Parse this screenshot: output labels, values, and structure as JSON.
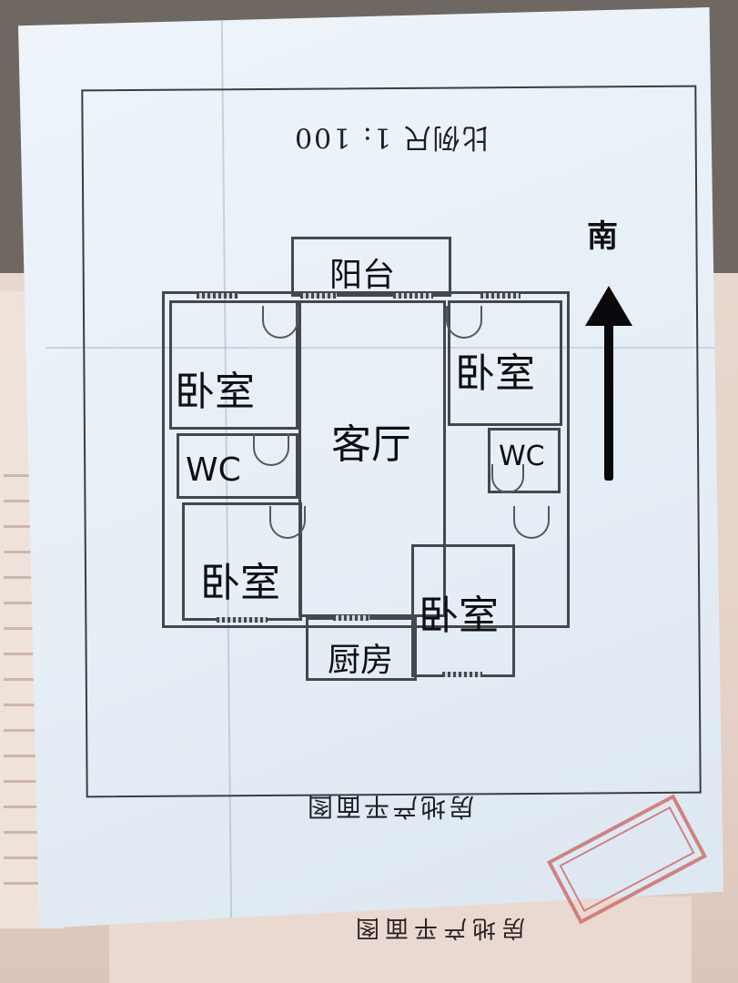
{
  "sheet": {
    "scale_text": "比例尺 1: 100",
    "caption": "房地产平面图",
    "direction_label": "南"
  },
  "rooms": {
    "balcony": "阳台",
    "living_room": "客厅",
    "bedroom_top_left": "卧室",
    "bedroom_top_right": "卧室",
    "bedroom_bottom_left": "卧室",
    "bedroom_bottom_right": "卧室",
    "wc_left": "WC",
    "wc_right": "WC",
    "kitchen": "厨房"
  },
  "book": {
    "caption": "房地产平面图"
  },
  "colors": {
    "sheet": "#e6eef6",
    "ink": "#0e0f12",
    "stamp": "#c9625e"
  }
}
